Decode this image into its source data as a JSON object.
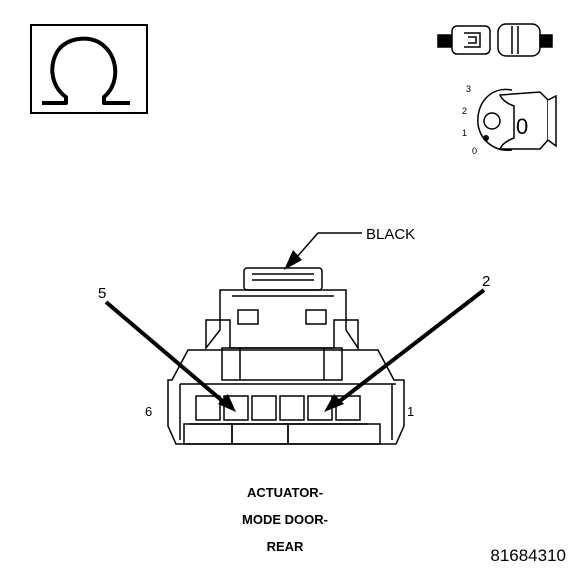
{
  "meter_icon": {
    "name": "ohmmeter-icon",
    "symbol": "Ω"
  },
  "connector_icon": {
    "name": "connector-disconnect-icon"
  },
  "ignition_icon": {
    "name": "ignition-switch-off-icon",
    "positions": [
      "3",
      "2",
      "1",
      "0"
    ],
    "key_position": "0"
  },
  "wire_color_label": "BLACK",
  "pin_callouts": {
    "left": "5",
    "right": "2"
  },
  "pin_end_labels": {
    "left": "6",
    "right": "1"
  },
  "caption_lines": [
    "ACTUATOR-",
    "MODE DOOR-",
    "REAR"
  ],
  "figure_number": "81684310"
}
